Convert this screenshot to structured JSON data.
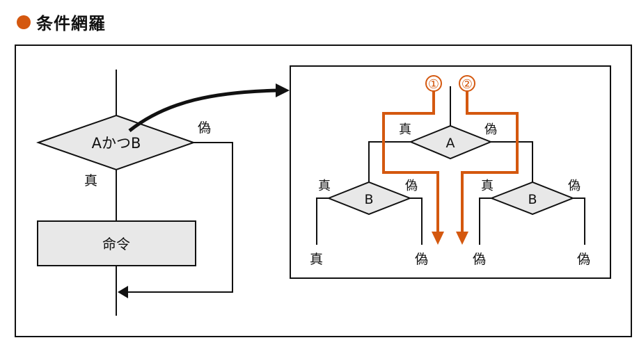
{
  "title": "条件網羅",
  "colors": {
    "accent": "#d4580f",
    "shape_fill": "#e8e8e8",
    "line": "#111111"
  },
  "left_flowchart": {
    "decision": {
      "label": "AかつB",
      "false_label": "偽",
      "true_label": "真"
    },
    "process": {
      "label": "命令"
    }
  },
  "right_flowchart": {
    "decision_a": {
      "label": "A",
      "true_label": "真",
      "false_label": "偽"
    },
    "decision_b_left": {
      "label": "B",
      "true_label": "真",
      "false_label": "偽"
    },
    "decision_b_right": {
      "label": "B",
      "true_label": "真",
      "false_label": "偽"
    },
    "outcomes": [
      "真",
      "偽",
      "偽",
      "偽"
    ],
    "paths": [
      {
        "marker": "①"
      },
      {
        "marker": "②"
      }
    ]
  }
}
